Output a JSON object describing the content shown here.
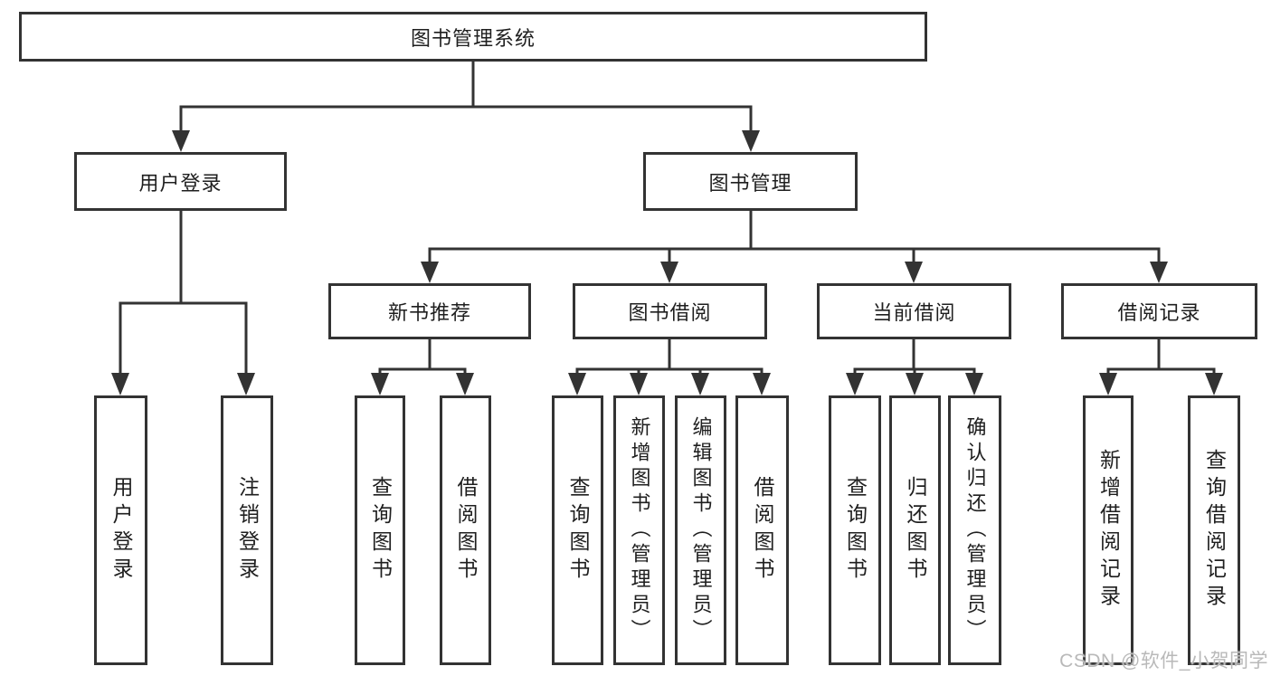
{
  "tree": {
    "label": "图书管理系统",
    "children": [
      {
        "label": "用户登录",
        "children": [
          {
            "label": "用户登录"
          },
          {
            "label": "注销登录"
          }
        ]
      },
      {
        "label": "图书管理",
        "children": [
          {
            "label": "新书推荐",
            "children": [
              {
                "label": "查询图书"
              },
              {
                "label": "借阅图书"
              }
            ]
          },
          {
            "label": "图书借阅",
            "children": [
              {
                "label": "查询图书"
              },
              {
                "label": "新增图书（管理员）"
              },
              {
                "label": "编辑图书（管理员）"
              },
              {
                "label": "借阅图书"
              }
            ]
          },
          {
            "label": "当前借阅",
            "children": [
              {
                "label": "查询图书"
              },
              {
                "label": "归还图书"
              },
              {
                "label": "确认归还（管理员）"
              }
            ]
          },
          {
            "label": "借阅记录",
            "children": [
              {
                "label": "新增借阅记录"
              },
              {
                "label": "查询借阅记录"
              }
            ]
          }
        ]
      }
    ]
  },
  "watermark": {
    "text": "CSDN @软件_小贺同学"
  },
  "colors": {
    "line": "#333333",
    "text": "#1f1f1f",
    "background": "#ffffff",
    "watermark": "#b9b9b9"
  }
}
